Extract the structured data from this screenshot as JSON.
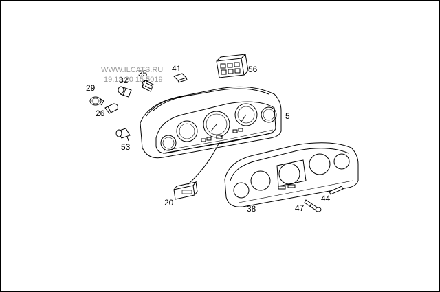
{
  "watermark": {
    "line1": "WWW.ILCATS.RU",
    "line2": "19.12.20 15:5019"
  },
  "callouts": {
    "p5": "5",
    "p20": "20",
    "p26": "26",
    "p29": "29",
    "p32": "32",
    "p35": "35",
    "p38": "38",
    "p41": "41",
    "p44": "44",
    "p47": "47",
    "p53": "53",
    "p56": "56"
  },
  "colors": {
    "line": "#000000",
    "background": "#ffffff",
    "watermark": "#9a9a9a"
  }
}
